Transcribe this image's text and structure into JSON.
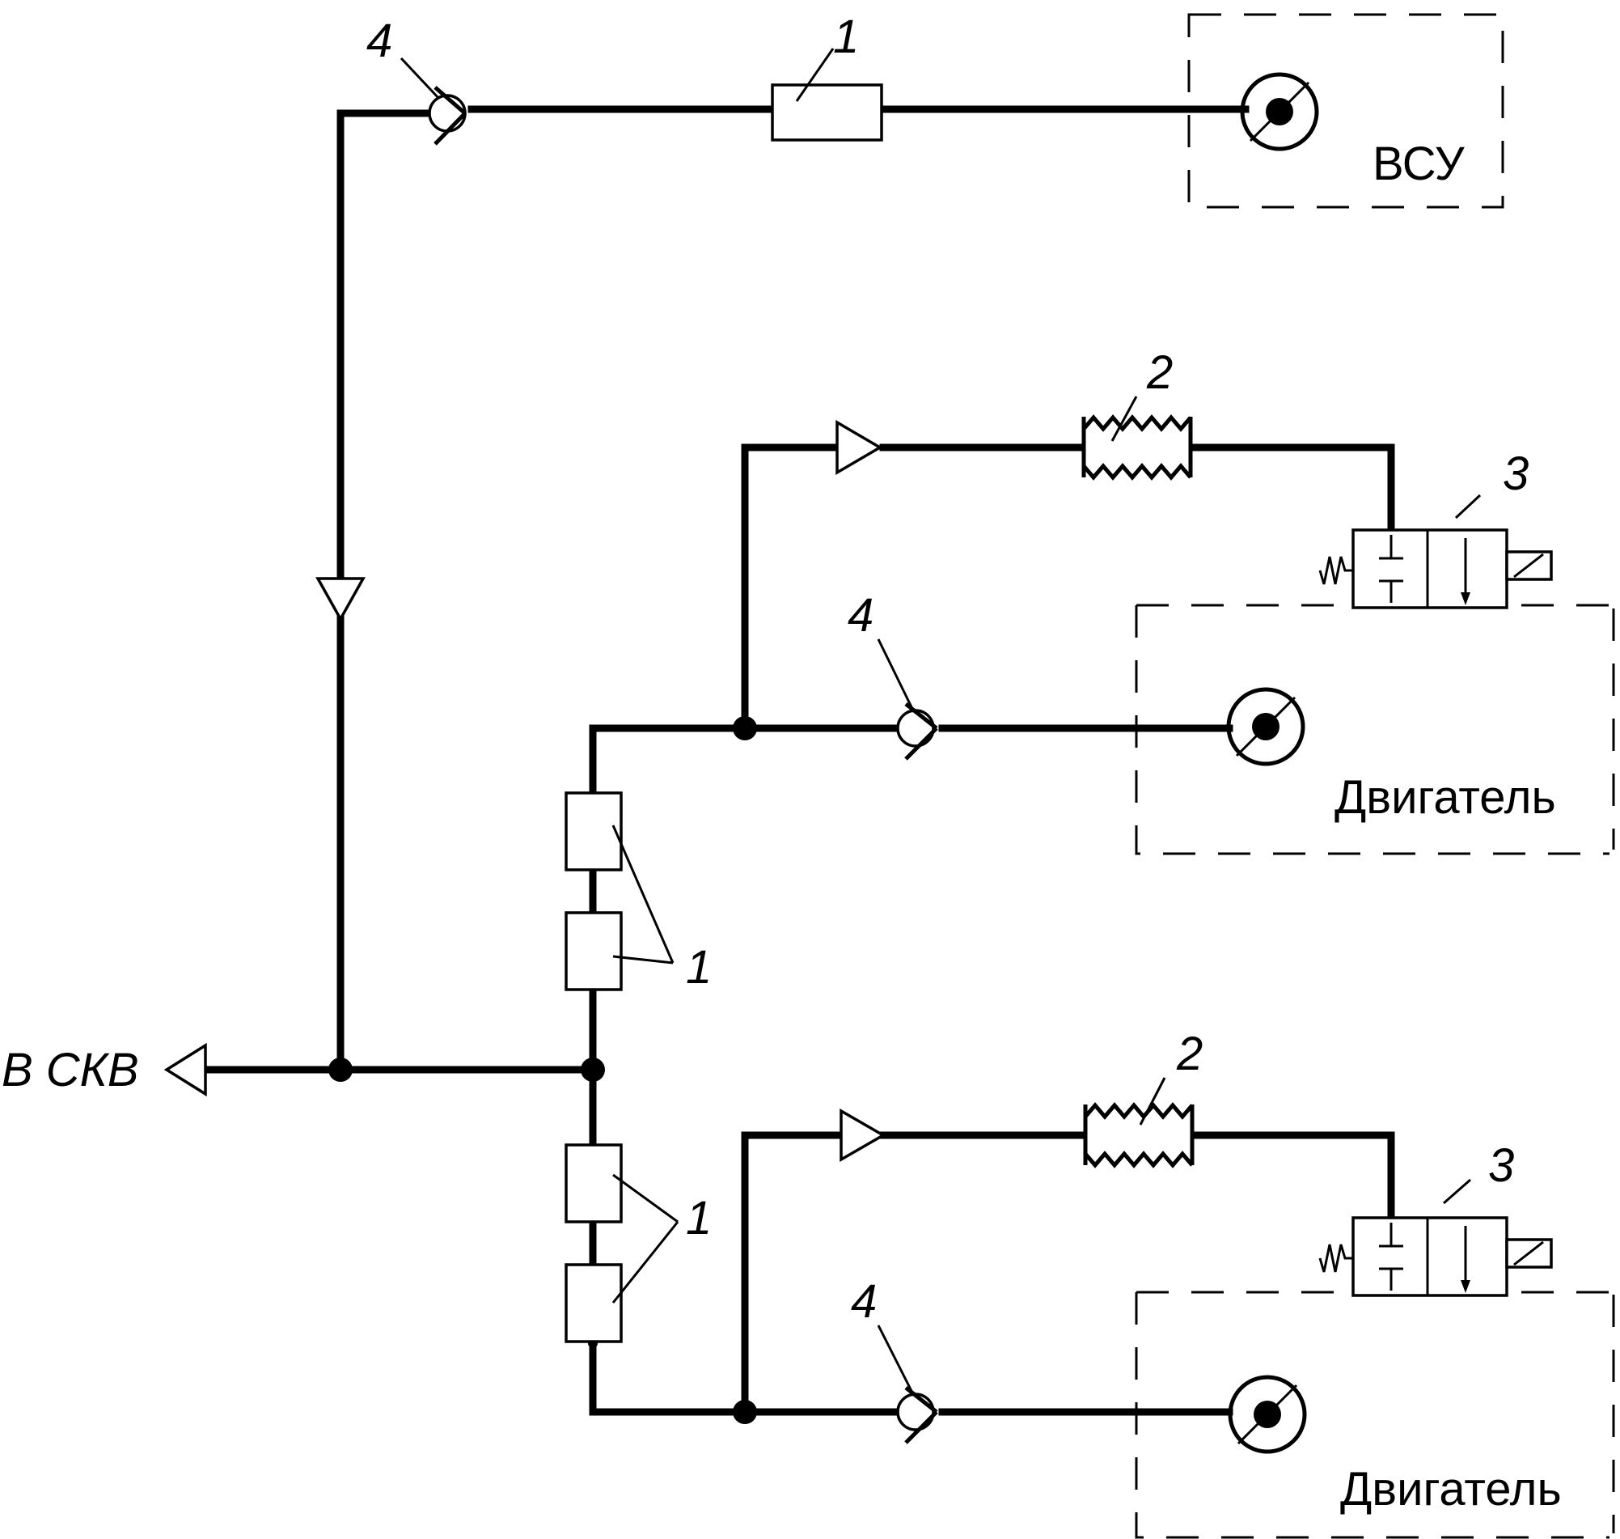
{
  "labels": {
    "outlet": "В СКВ",
    "apu_zone": "ВСУ",
    "engine_zone_1": "Двигатель",
    "engine_zone_2": "Двигатель",
    "num_1": "1",
    "num_2": "2",
    "num_3": "3",
    "num_4": "4"
  },
  "colors": {
    "line": "#000000",
    "background": "#ffffff"
  }
}
